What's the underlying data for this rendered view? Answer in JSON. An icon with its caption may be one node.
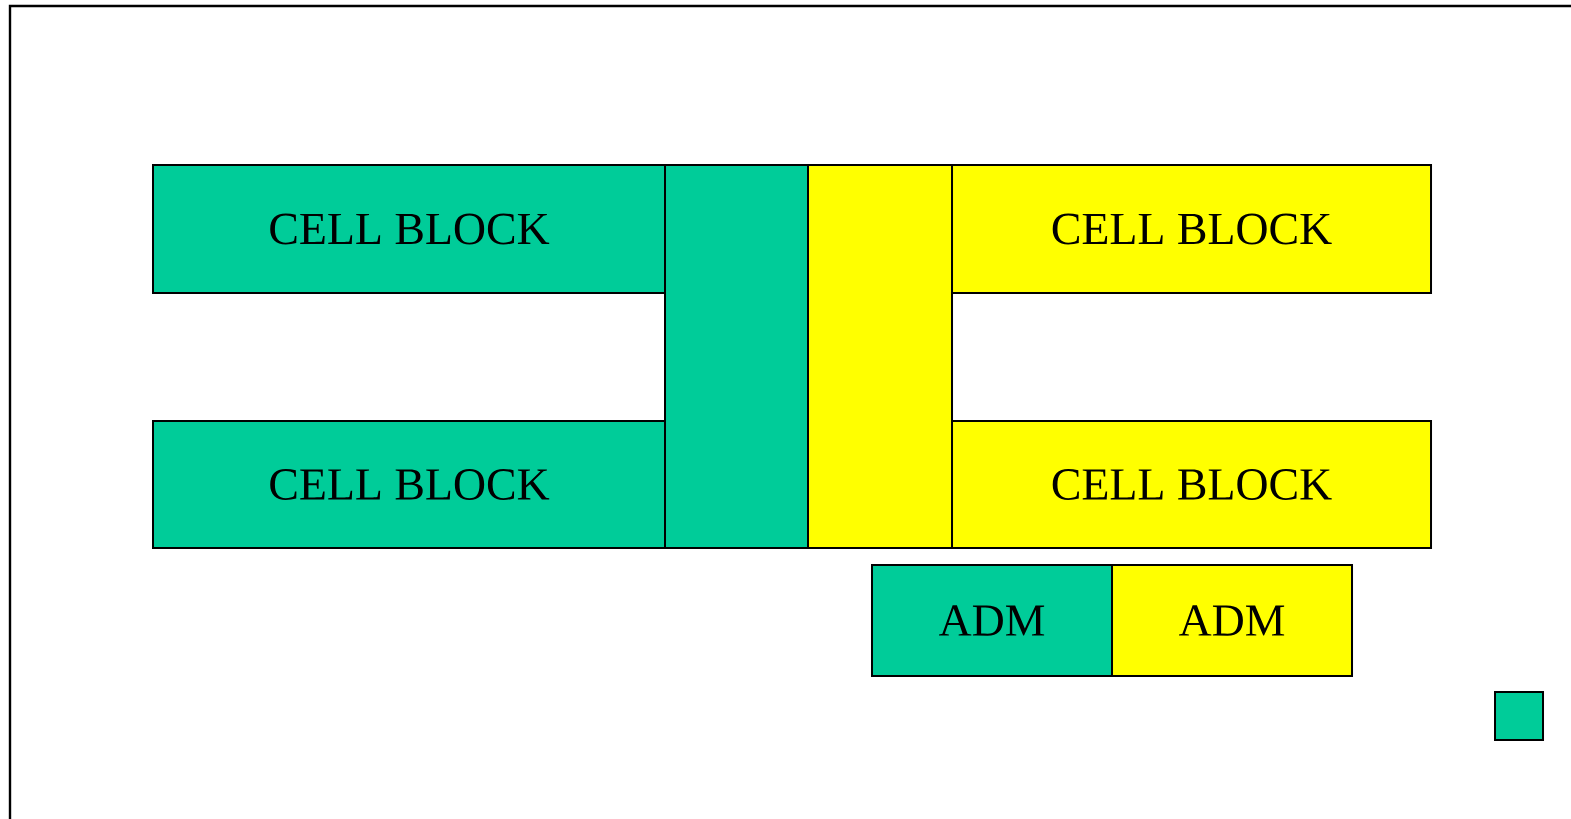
{
  "diagram": {
    "nodes": [
      {
        "text": [
          "CELL BLOCK"
        ]
      },
      {
        "text": [
          "CELL BLOCK"
        ]
      },
      {
        "text": [
          "CELL BLOCK"
        ]
      },
      {
        "text": [
          "CELL BLOCK"
        ]
      },
      {
        "text": [
          "ADM"
        ]
      },
      {
        "text": [
          "ADM"
        ]
      },
      {
        "text": [],
        "shape": "box"
      },
      {
        "text": [],
        "shape": "box"
      },
      {
        "text": [],
        "shape": "box"
      }
    ]
  }
}
